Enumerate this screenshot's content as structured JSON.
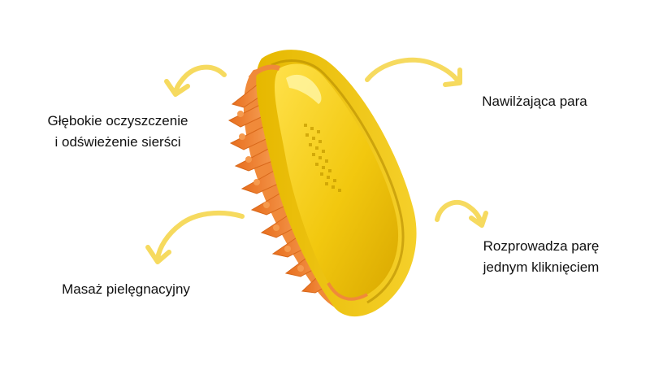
{
  "labels": {
    "top_left": {
      "line1": "Głębokie oczyszczenie",
      "line2": "i odświeżenie sierści"
    },
    "top_right": {
      "line1": "Nawilżająca para"
    },
    "bottom_right": {
      "line1": "Rozprowadza parę",
      "line2": "jednym kliknięciem"
    },
    "bottom_left": {
      "line1": "Masaż pielęgnacyjny"
    }
  },
  "colors": {
    "arrow": "#f6da5f",
    "brush_body": "#f2c80f",
    "brush_shell": "#e0b000",
    "bristles": "#f08a3a",
    "text": "#111111"
  },
  "icons": [
    "curved-arrow-icon",
    "steam-pet-brush-image"
  ]
}
